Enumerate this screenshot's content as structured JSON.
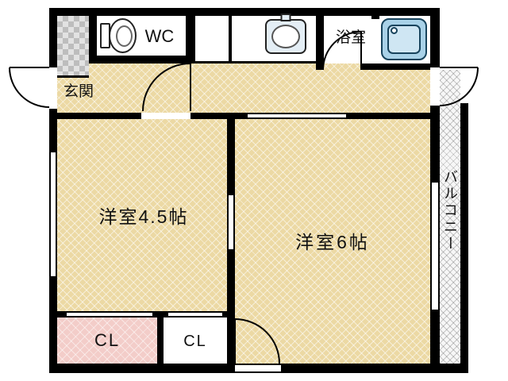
{
  "floor_plan": {
    "rooms": {
      "genkan": {
        "label": "玄関"
      },
      "wc": {
        "label": "WC"
      },
      "bathroom": {
        "label": "浴室"
      },
      "western_room_4_5": {
        "label": "洋室4.5帖"
      },
      "western_room_6": {
        "label": "洋室6帖"
      },
      "closet_left": {
        "label": "CL"
      },
      "closet_right": {
        "label": "CL"
      },
      "balcony": {
        "label": "バルコニー"
      }
    },
    "colors": {
      "wall": "#000000",
      "floor": "#ecd9a4",
      "closet": "#f3cdc9",
      "tile_dark": "#bdbdbd",
      "tile_light": "#e2e2e2",
      "tub_fill": "#a9d2e8",
      "tub_stroke": "#17435c",
      "fixture_stroke": "#222222"
    },
    "icons": {
      "toilet": "toilet-icon",
      "sink": "sink-icon",
      "bathtub": "bathtub-icon"
    }
  }
}
